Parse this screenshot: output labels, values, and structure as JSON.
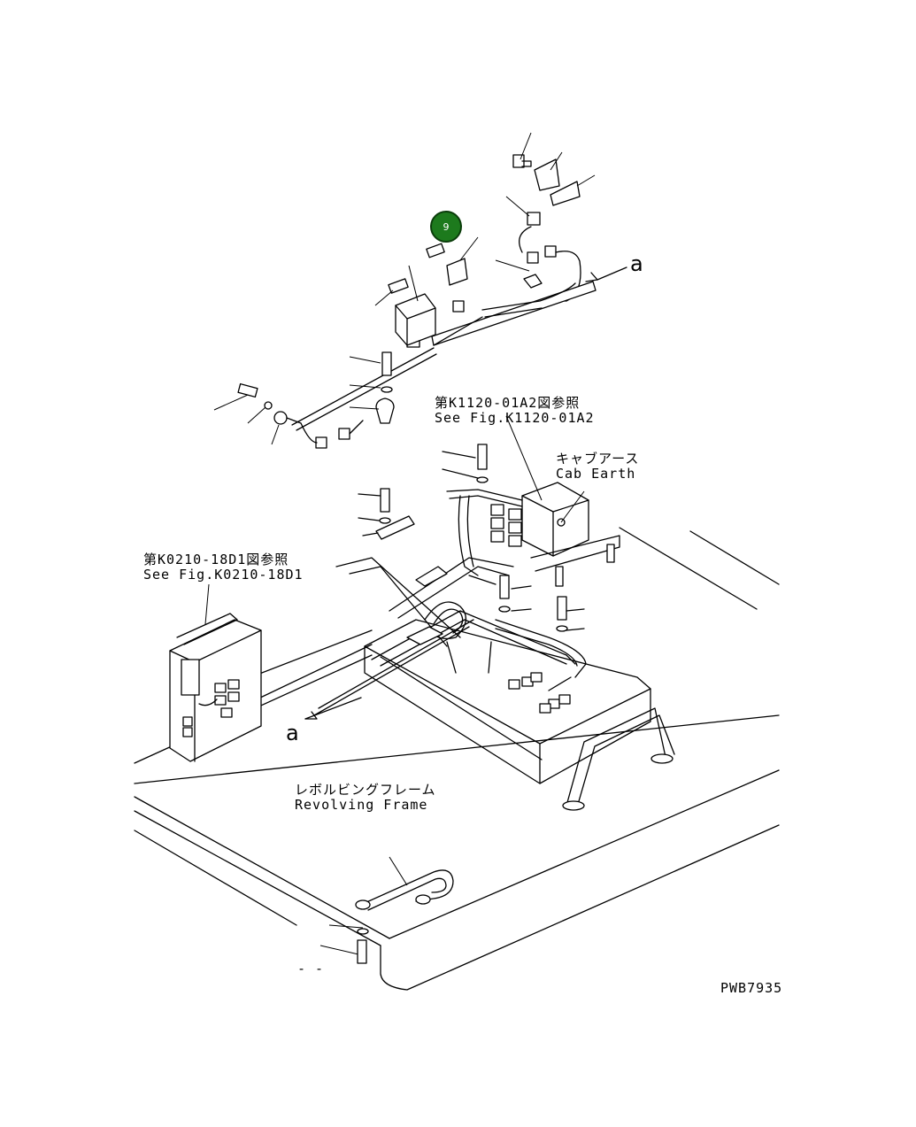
{
  "callout": {
    "number": "9",
    "color": "#1d7a1d"
  },
  "refs": {
    "k1120_jp": "第K1120-01A2図参照",
    "k1120_en": "See Fig.K1120-01A2",
    "k0210_jp": "第K0210-18D1図参照",
    "k0210_en": "See Fig.K0210-18D1"
  },
  "labels": {
    "cab_earth_jp": "キャブアース",
    "cab_earth_en": "Cab Earth",
    "frame_jp": "レボルビングフレーム",
    "frame_en": "Revolving Frame",
    "arrow_a_top": "a",
    "arrow_a_bottom": "a",
    "small_mark": "- -",
    "drawing_no": "PWB7935"
  }
}
